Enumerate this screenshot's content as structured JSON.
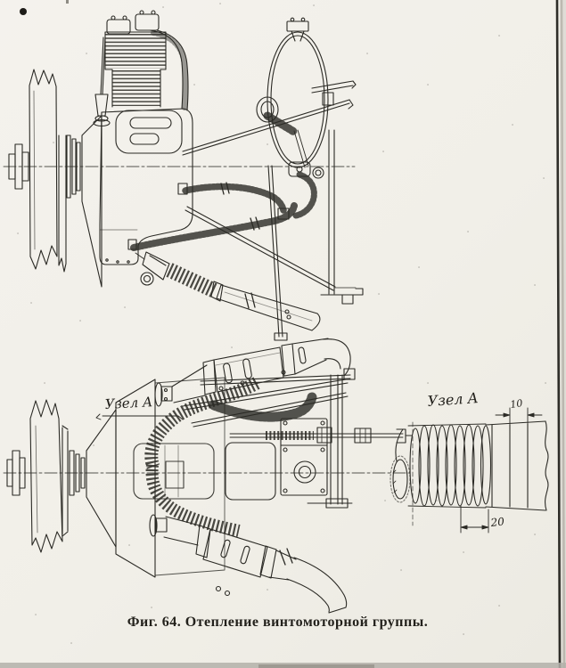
{
  "document": {
    "caption": "Фиг. 64. Отепление винтомоторной группы.",
    "labels": {
      "detail_marker_plan": "Узел А",
      "detail_marker_detail": "Узел А"
    },
    "dimensions": {
      "corrugation_width": "10",
      "corrugation_pitch": "20"
    },
    "colors": {
      "paper": "#f1efe8",
      "ink": "#2b2a25"
    }
  }
}
